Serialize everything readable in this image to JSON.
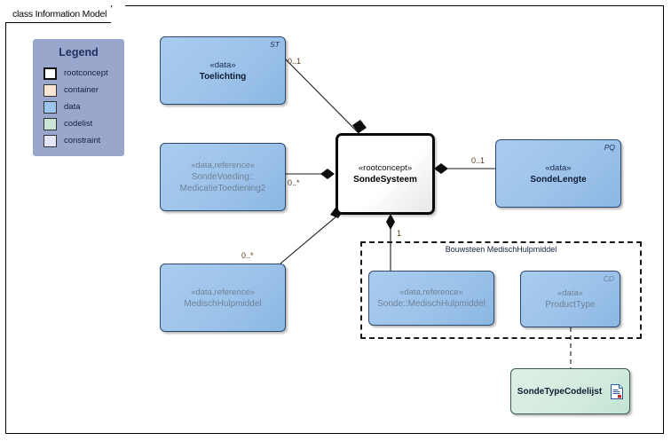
{
  "diagram": {
    "tab_label": "class Information Model"
  },
  "legend": {
    "title": "Legend",
    "items": [
      {
        "label": "rootconcept",
        "color": "#ffffff"
      },
      {
        "label": "container",
        "color": "#fae5d3"
      },
      {
        "label": "data",
        "color": "#9cc6ef"
      },
      {
        "label": "codelist",
        "color": "#c9e6d6"
      },
      {
        "label": "constraint",
        "color": "#e2e6f7"
      }
    ]
  },
  "classes": {
    "toelichting": {
      "stereotype": "«data»",
      "name": "Toelichting",
      "corner": "ST"
    },
    "medicatie": {
      "stereotype": "«data,reference»",
      "name_line1": "SondeVoeding::",
      "name_line2": "MedicatieToediening2",
      "corner": ""
    },
    "sondesysteem": {
      "stereotype": "«rootconcept»",
      "name": "SondeSysteem",
      "corner": ""
    },
    "sondelengte": {
      "stereotype": "«data»",
      "name": "SondeLengte",
      "corner": "PQ"
    },
    "medischhulp": {
      "stereotype": "«data,reference»",
      "name": "MedischHulpmiddel",
      "corner": ""
    },
    "sonde_medisch": {
      "stereotype": "«data,reference»",
      "name": "Sonde::MedischHulpmiddel",
      "corner": ""
    },
    "producttype": {
      "stereotype": "«data»",
      "name": "ProductType",
      "corner": "CD"
    },
    "codelijst": {
      "name": "SondeTypeCodelijst"
    }
  },
  "group": {
    "label": "Bouwsteen MedischHulpmiddel"
  },
  "multiplicities": {
    "toelichting": "0..1",
    "medicatie": "0..*",
    "sondelengte": "0..1",
    "medischhulp": "0..*",
    "sonde_medisch": "1"
  },
  "colors": {
    "data_fill": "#9dc3ea",
    "codelist_fill": "#d2ebdd",
    "legend_bg": "#9aa7cd",
    "multiplicity_text": "#5a3a16",
    "line": "#1a1a1a"
  }
}
